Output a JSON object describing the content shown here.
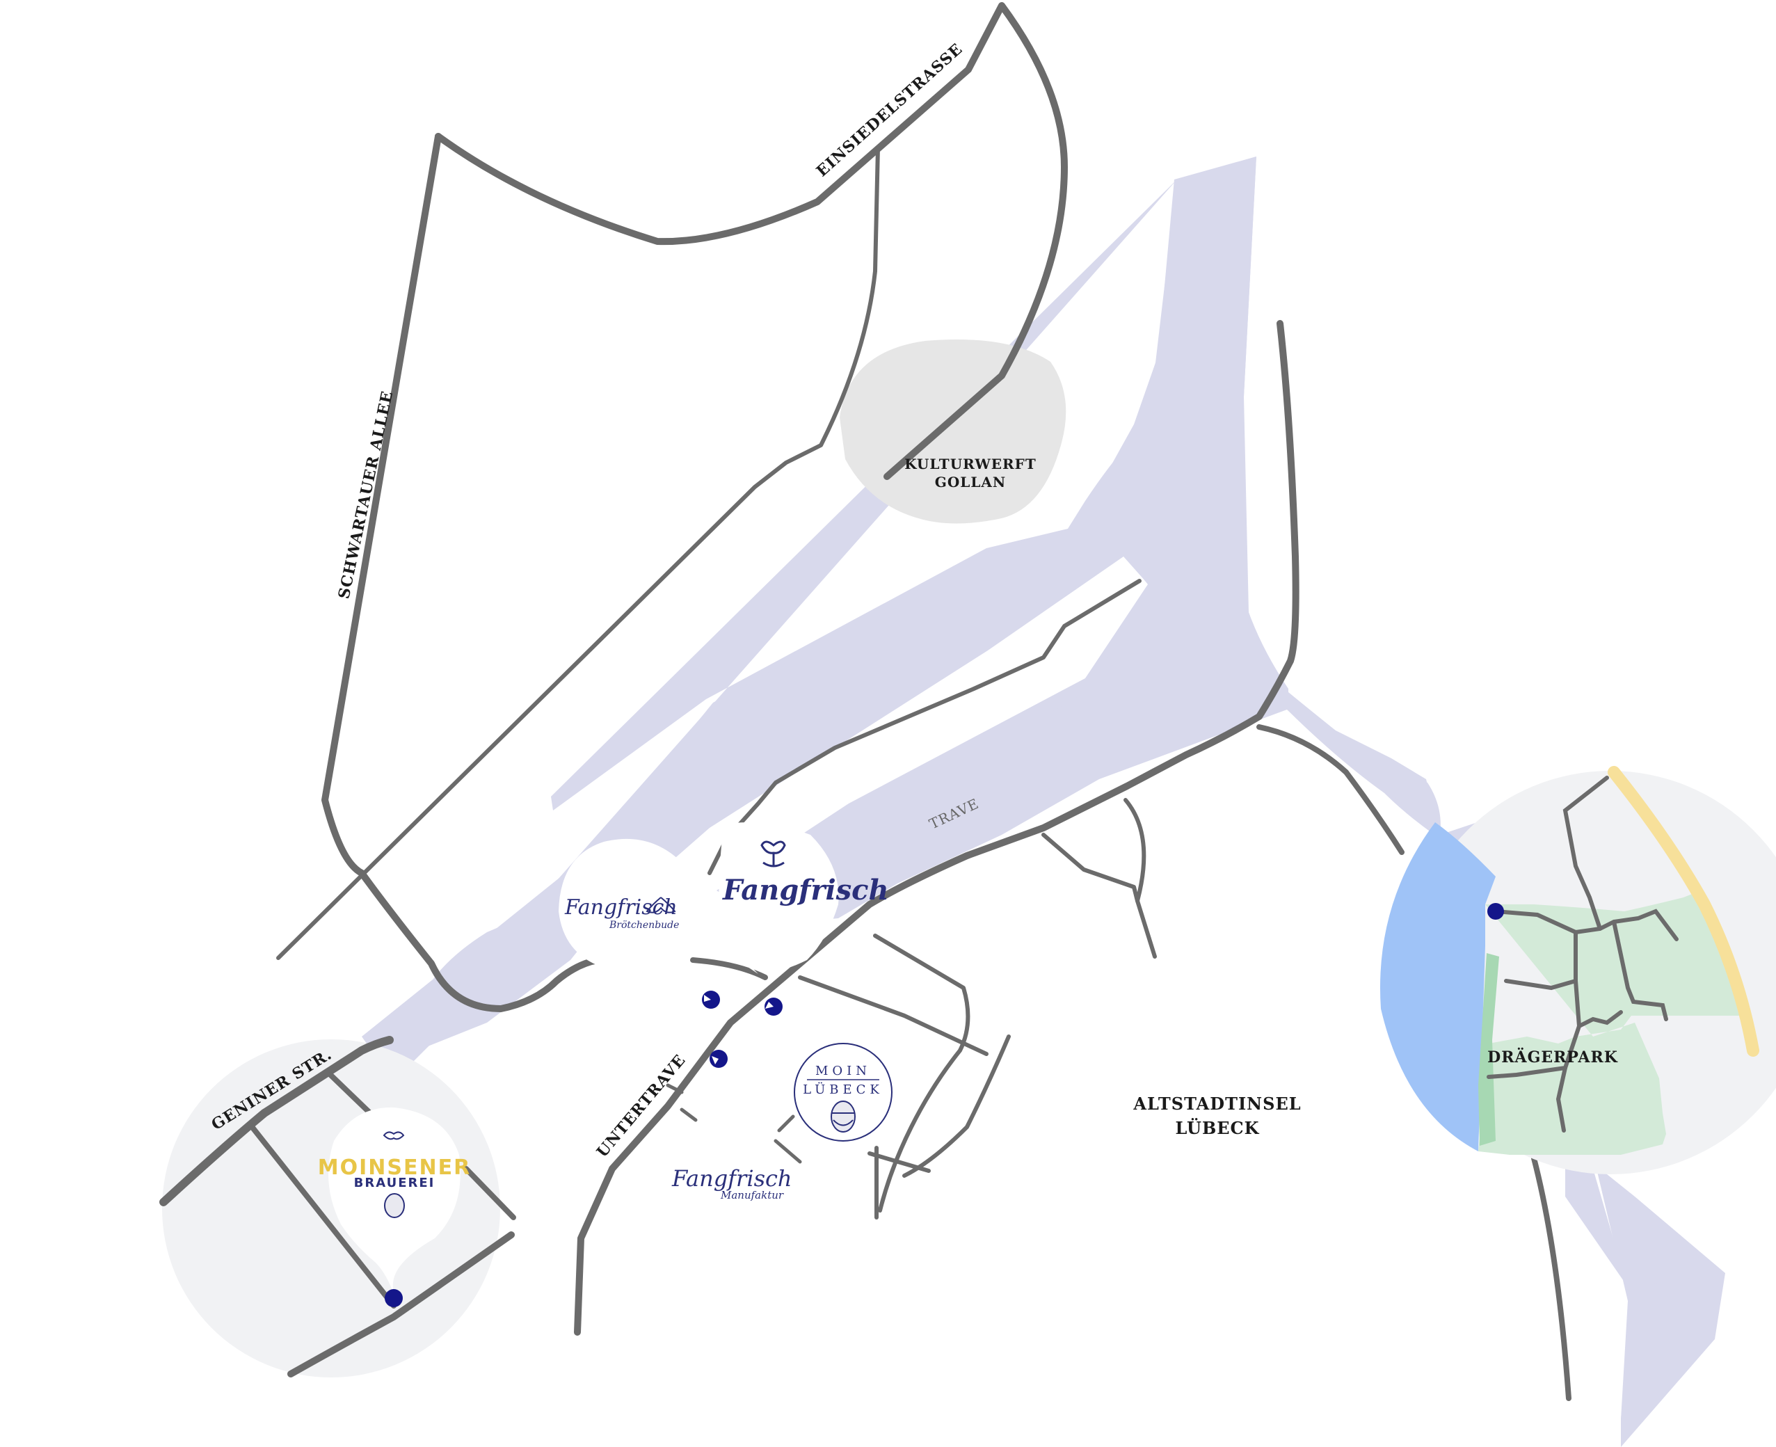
{
  "streets": {
    "einsiedelstrasse": "EINSIEDELSTRASSE",
    "schwartauer_allee": "SCHWARTAUER ALLEE",
    "geniner_str": "GENINER STR.",
    "untertrave": "UNTERTRAVE"
  },
  "places": {
    "kulturwerft_line1": "KULTURWERFT",
    "kulturwerft_line2": "GOLLAN",
    "altstadtinsel_line1": "ALTSTADTINSEL",
    "altstadtinsel_line2": "LÜBECK",
    "draegerpark": "DRÄGERPARK"
  },
  "water": {
    "trave": "TRAVE"
  },
  "venues": {
    "fangfrisch_broetchenbude": {
      "name": "Fangfrisch",
      "sub": "Brötchenbude"
    },
    "fangfrisch_main": {
      "name": "Fangfrisch"
    },
    "fangfrisch_manufaktur": {
      "name": "Fangfrisch",
      "sub": "Manufaktur"
    },
    "moin_luebeck": {
      "line1": "MOIN",
      "line2": "LÜBECK"
    },
    "moinsener_brauerei": {
      "line1": "MOINSENER",
      "line2": "BRAUEREI"
    }
  },
  "colors": {
    "road": "#6b6b6b",
    "water": "#d8d9ec",
    "lake": "#9fc3f7",
    "park": "#d3ead8",
    "park_dark": "#a7d8b3",
    "highway": "#f7e09a",
    "inset_bg": "#f1f2f4",
    "kulturwerft_area": "#e6e6e6",
    "pin": "#14168a",
    "brand_blue": "#2a2f7a",
    "brand_gold": "#e8c547"
  }
}
